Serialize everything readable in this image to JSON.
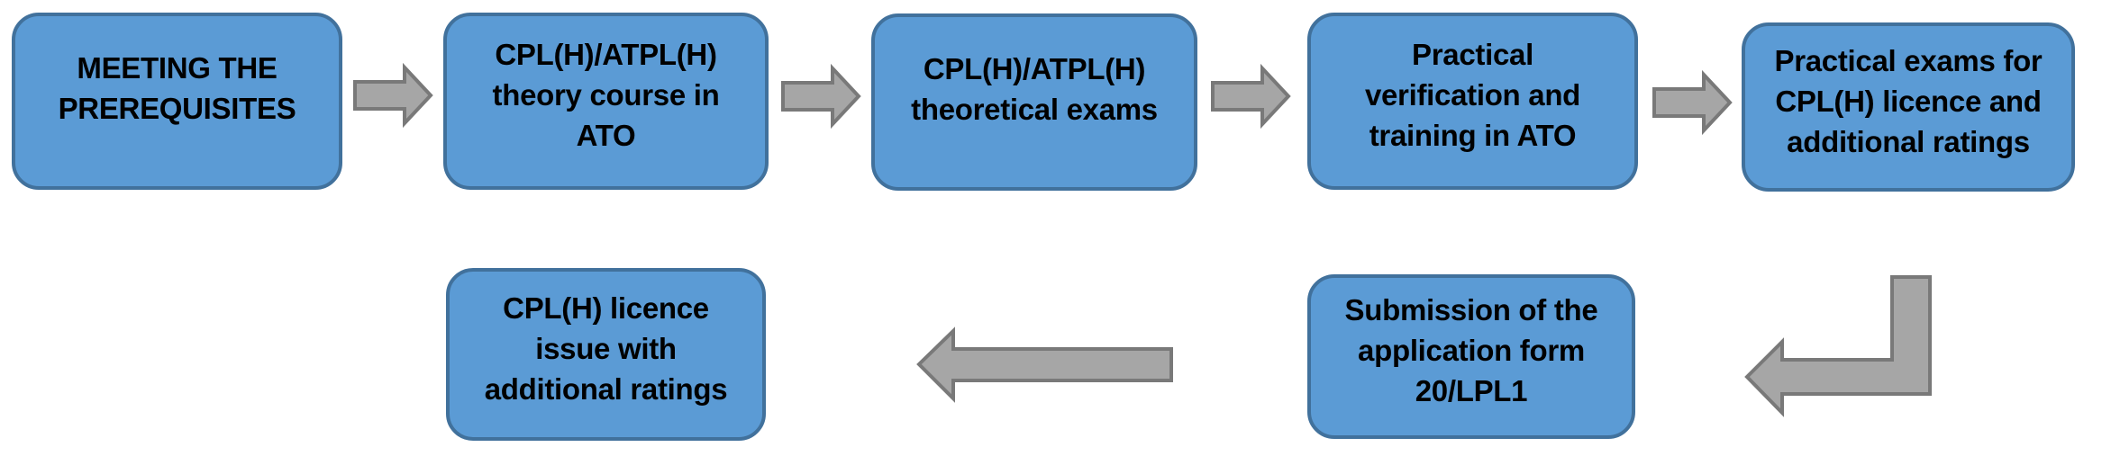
{
  "diagram": {
    "description": "Flowchart of steps to obtain a CPL(H) licence",
    "colors": {
      "node_fill": "#5B9BD5",
      "node_border": "#41719C",
      "arrow_fill": "#A6A6A6",
      "arrow_border": "#797979",
      "text": "#000000",
      "background": "#FFFFFF"
    },
    "nodes": [
      {
        "id": "prerequisites",
        "label": "MEETING THE\nPREREQUISITES"
      },
      {
        "id": "theory-course",
        "label": "CPL(H)/ATPL(H)\ntheory course in\nATO"
      },
      {
        "id": "theoretical-exams",
        "label": "CPL(H)/ATPL(H)\ntheoretical exams"
      },
      {
        "id": "practical-training",
        "label": "Practical\nverification and\ntraining in ATO"
      },
      {
        "id": "practical-exams",
        "label": "Practical exams for\nCPL(H) licence and\nadditional ratings"
      },
      {
        "id": "submission",
        "label": "Submission of the\napplication form\n20/LPL1"
      },
      {
        "id": "licence-issue",
        "label": "CPL(H) licence\nissue with\nadditional ratings"
      }
    ],
    "arrows": [
      {
        "type": "right-arrow",
        "from": "prerequisites",
        "to": "theory-course"
      },
      {
        "type": "right-arrow",
        "from": "theory-course",
        "to": "theoretical-exams"
      },
      {
        "type": "right-arrow",
        "from": "theoretical-exams",
        "to": "practical-training"
      },
      {
        "type": "right-arrow",
        "from": "practical-training",
        "to": "practical-exams"
      },
      {
        "type": "bent-down-left-arrow",
        "from": "practical-exams",
        "to": "submission"
      },
      {
        "type": "left-arrow",
        "from": "submission",
        "to": "licence-issue"
      }
    ]
  }
}
